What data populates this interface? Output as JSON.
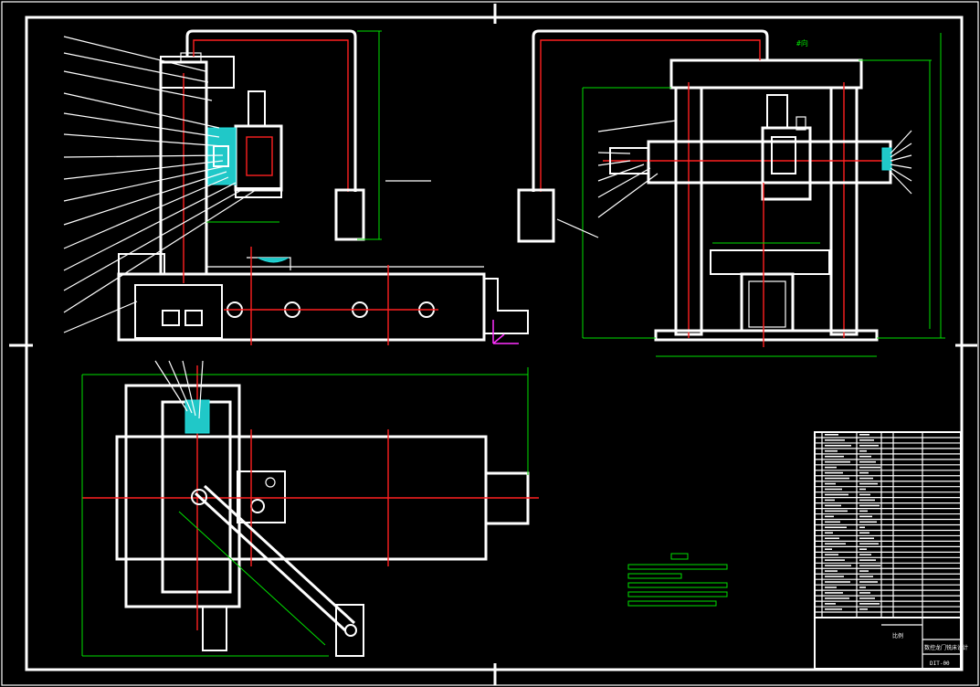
{
  "drawing": {
    "direction_note": "#向",
    "title_block": {
      "drawing_number": "DIT-00",
      "scale_label": "比例",
      "name": "数控龙门铣床设计"
    }
  },
  "colors": {
    "background": "#000000",
    "outline": "#ffffff",
    "centerline": "#ff2020",
    "dimension": "#00e000",
    "section_hatch": "#20c8c8",
    "axis_indicator": "#ff30ff"
  }
}
